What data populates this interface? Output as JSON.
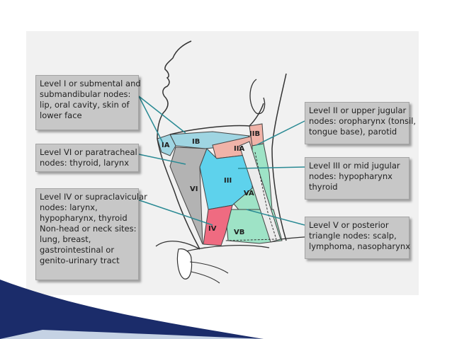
{
  "callouts": {
    "level_i": [
      "Level I or submental and",
      "submandibular nodes:",
      "lip, oral cavity, skin of",
      "lower face"
    ],
    "level_vi": [
      "Level VI or paratracheal",
      "nodes: thyroid, larynx"
    ],
    "level_iv": [
      "Level IV or supraclavicular",
      "nodes: larynx,",
      "hypopharynx, thyroid",
      "Non-head or neck sites:",
      "lung, breast,",
      "gastrointestinal or",
      "genito-urinary tract"
    ],
    "level_ii": [
      "Level II or upper jugular",
      "nodes: oropharynx (tonsil,",
      "tongue base), parotid"
    ],
    "level_iii": [
      "Level III or mid jugular",
      "nodes: hypopharynx",
      "thyroid"
    ],
    "level_v": [
      "Level V or posterior",
      "triangle nodes: scalp,",
      "lymphoma, nasopharynx"
    ]
  },
  "zone_labels": {
    "ia": "IA",
    "ib": "IB",
    "iia": "IIA",
    "iib": "IIB",
    "iii": "III",
    "va": "VA",
    "vb": "VB",
    "vi": "VI",
    "iv": "IV"
  },
  "colors": {
    "panel_background": "#f1f1f1",
    "callout_background": "#c7c7c7",
    "leader_line": "#2a8a94",
    "zone_level_i": "#9fd5e2",
    "zone_level_ii": "#f0b3a8",
    "zone_level_iii": "#5ed2ec",
    "zone_level_v": "#9ee3c6",
    "zone_level_vi": "#b3b3b3",
    "zone_level_iv": "#ef6b81",
    "footer_swoosh": "#1b2c6a"
  }
}
